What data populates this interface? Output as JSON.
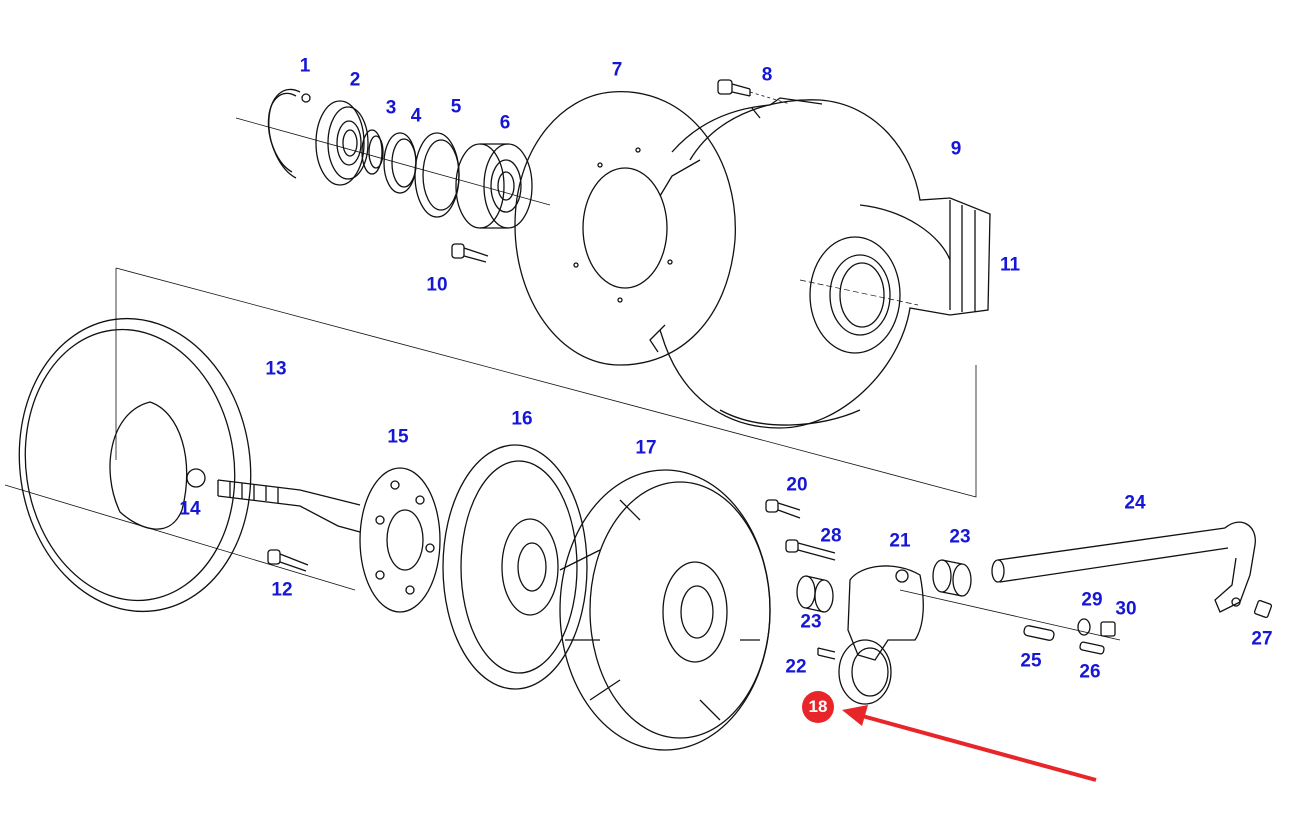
{
  "callouts": [
    "1",
    "2",
    "3",
    "4",
    "5",
    "6",
    "7",
    "8",
    "9",
    "10",
    "11",
    "12",
    "13",
    "14",
    "15",
    "16",
    "17",
    "20",
    "21",
    "23",
    "24",
    "28",
    "29",
    "30",
    "27",
    "25",
    "26",
    "22",
    "23"
  ],
  "highlight": {
    "label": "18",
    "color": "#e8262a"
  },
  "arrow_color": "#e8262a",
  "line_color": "#111111",
  "callout_color": "#1616d6"
}
